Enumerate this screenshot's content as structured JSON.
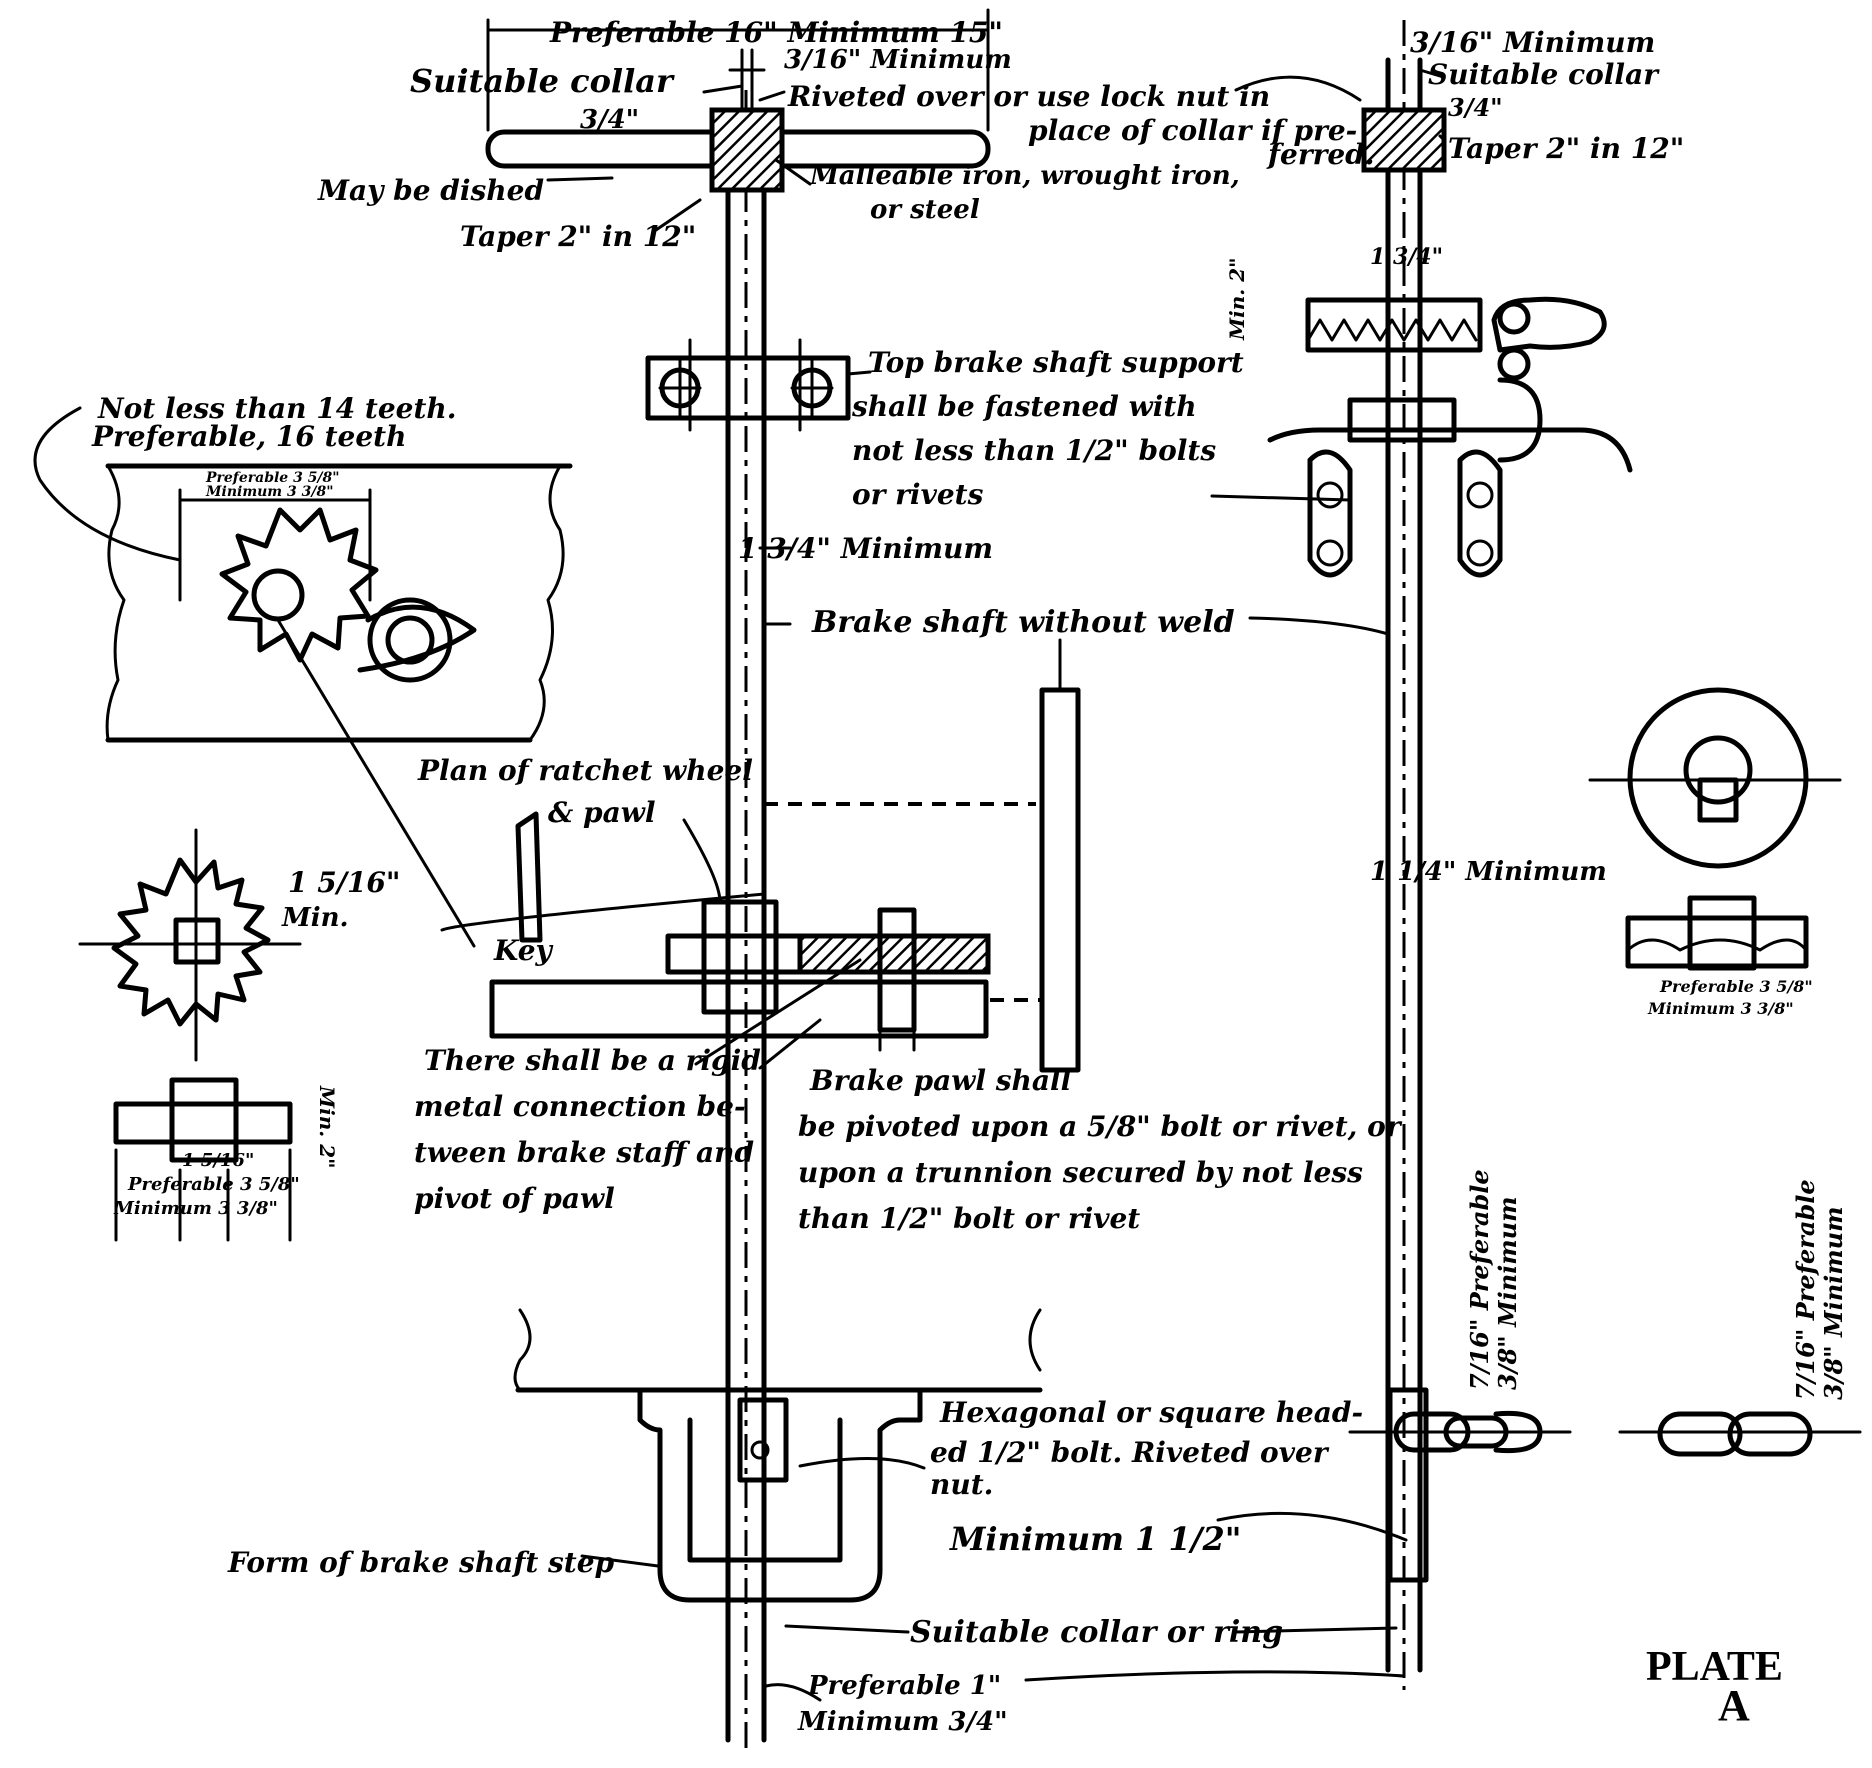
{
  "plate": {
    "title": "PLATE",
    "letter": "A"
  },
  "labels": {
    "dim_top": "Preferable 16\"   Minimum 15\"",
    "min_3_16_top": "3/16\" Minimum",
    "suitable_collar_left": "Suitable collar",
    "frac_3_4_left": "3/4\"",
    "riveted_over_1": "Riveted over or use lock nut in",
    "riveted_over_2": "place of collar if pre-",
    "riveted_over_3": "ferred.",
    "may_be_dished": "May be dished",
    "taper_left": "Taper 2\" in 12\"",
    "malleable_1": "Malleable iron, wrought iron,",
    "malleable_2": "or steel",
    "min_3_16_right": "3/16\" Minimum",
    "suitable_collar_right": "Suitable collar",
    "frac_3_4_right": "3/4\"",
    "taper_right": "Taper 2\" in 12\"",
    "dim_1_3_4_upper_right": "1 3/4\"",
    "min_2_side": "Min. 2\"",
    "top_support_1": "Top brake shaft support",
    "top_support_2": "shall be fastened with",
    "top_support_3": "not less than 1/2\" bolts",
    "top_support_4": "or rivets",
    "teeth_1": "Not less than 14 teeth.",
    "teeth_2": "Preferable, 16 teeth",
    "pref_3_5_8_a": "Preferable 3 5/8\"",
    "min_3_3_8_a": "Minimum 3 3/8\"",
    "min_1_3_4_shaft": "1 3/4\" Minimum",
    "brake_shaft_no_weld": "Brake shaft without weld",
    "plan_ratchet_1": "Plan of ratchet wheel",
    "plan_ratchet_2": "& pawl",
    "dim_1_5_16": "1 5/16\"",
    "dim_min": "Min.",
    "key": "Key",
    "min_right_shaft": "1 1/4\" Minimum",
    "pref_3_5_8_b": "Preferable 3 5/8\"",
    "min_3_3_8_b": "Minimum 3 3/8\"",
    "rigid_1": "There shall be a rigid",
    "rigid_2": "metal connection be-",
    "rigid_3": "tween brake staff and",
    "rigid_4": "pivot of pawl",
    "pawl_1": "Brake pawl shall",
    "pawl_2": "be pivoted upon a 5/8\" bolt or rivet, or",
    "pawl_3": "upon a trunnion secured by not less",
    "pawl_4": "than 1/2\" bolt or rivet",
    "min_2_lower": "Min. 2\"",
    "dim_1_5_16_lower": "1 5/16\"",
    "pref_3_5_8_c": "Preferable 3 5/8\"",
    "min_3_3_8_c": "Minimum 3 3/8\"",
    "hex_1": "Hexagonal or square head-",
    "hex_2": "ed 1/2\" bolt. Riveted over",
    "hex_3": "nut.",
    "min_1_1_2": "Minimum 1 1/2\"",
    "step_form": "Form of brake shaft step",
    "suitable_collar_ring": "Suitable collar or ring",
    "pref_1_a": "Preferable 1\"",
    "min_3_4_bottom": "Minimum 3/4\"",
    "chain_a_1": "7/16\" Preferable",
    "chain_a_2": "3/8\" Minimum",
    "chain_b_1": "7/16\" Preferable",
    "chain_b_2": "3/8\" Minimum"
  }
}
